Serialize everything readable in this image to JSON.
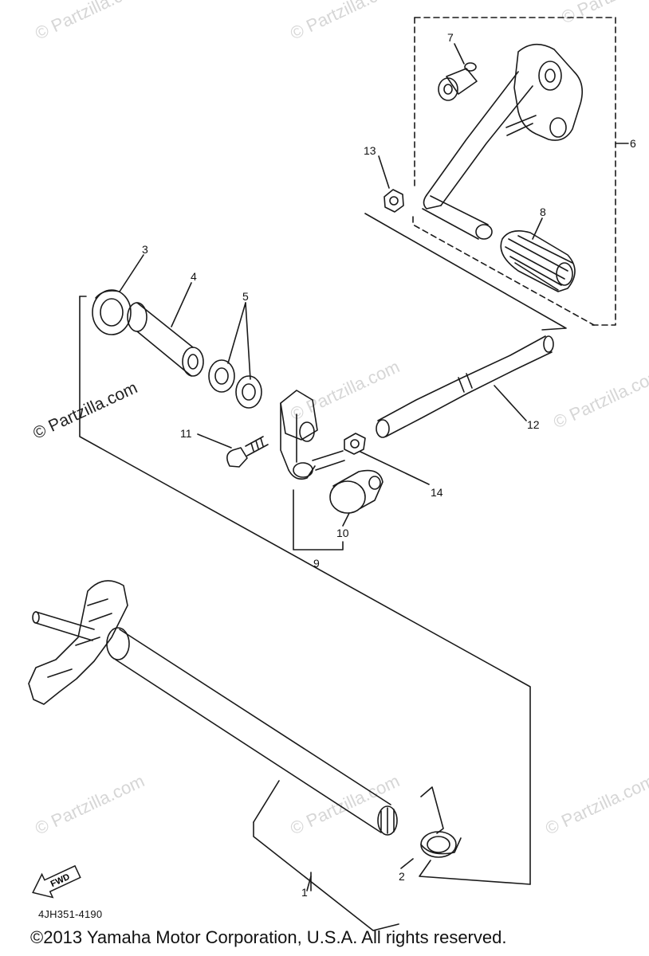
{
  "watermarks": {
    "light": "© Partzilla.com",
    "dark": "© Partzilla.com"
  },
  "callouts": {
    "c1": "1",
    "c2": "2",
    "c3": "3",
    "c4": "4",
    "c5": "5",
    "c6": "6",
    "c7": "7",
    "c8": "8",
    "c9": "9",
    "c10": "10",
    "c11": "11",
    "c12": "12",
    "c13": "13",
    "c14": "14"
  },
  "fwd_label": "FWD",
  "drawing_code": "4JH351-4190",
  "copyright": "©2013 Yamaha Motor Corporation, U.S.A. All rights reserved.",
  "colors": {
    "line": "#1a1a1a",
    "watermark": "#d6d6d6"
  }
}
